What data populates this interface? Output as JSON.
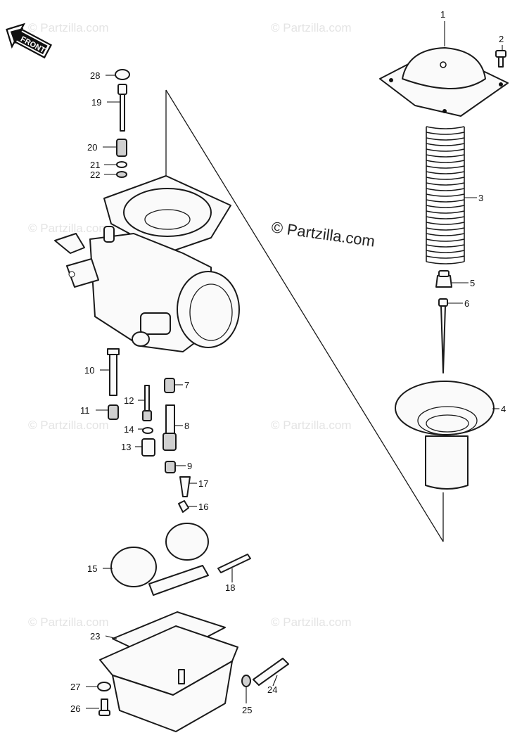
{
  "front_label": "FRONT",
  "watermark_center": "© Partzilla.com",
  "watermark_faint": "© Partzilla.com",
  "callouts": [
    {
      "id": "1",
      "label": "1"
    },
    {
      "id": "2",
      "label": "2"
    },
    {
      "id": "3",
      "label": "3"
    },
    {
      "id": "4",
      "label": "4"
    },
    {
      "id": "5",
      "label": "5"
    },
    {
      "id": "6",
      "label": "6"
    },
    {
      "id": "7",
      "label": "7"
    },
    {
      "id": "8",
      "label": "8"
    },
    {
      "id": "9",
      "label": "9"
    },
    {
      "id": "10",
      "label": "10"
    },
    {
      "id": "11",
      "label": "11"
    },
    {
      "id": "12",
      "label": "12"
    },
    {
      "id": "13",
      "label": "13"
    },
    {
      "id": "14",
      "label": "14"
    },
    {
      "id": "15",
      "label": "15"
    },
    {
      "id": "16",
      "label": "16"
    },
    {
      "id": "17",
      "label": "17"
    },
    {
      "id": "18",
      "label": "18"
    },
    {
      "id": "19",
      "label": "19"
    },
    {
      "id": "20",
      "label": "20"
    },
    {
      "id": "21",
      "label": "21"
    },
    {
      "id": "22",
      "label": "22"
    },
    {
      "id": "23",
      "label": "23"
    },
    {
      "id": "24",
      "label": "24"
    },
    {
      "id": "25",
      "label": "25"
    },
    {
      "id": "26",
      "label": "26"
    },
    {
      "id": "27",
      "label": "27"
    },
    {
      "id": "28",
      "label": "28"
    }
  ]
}
